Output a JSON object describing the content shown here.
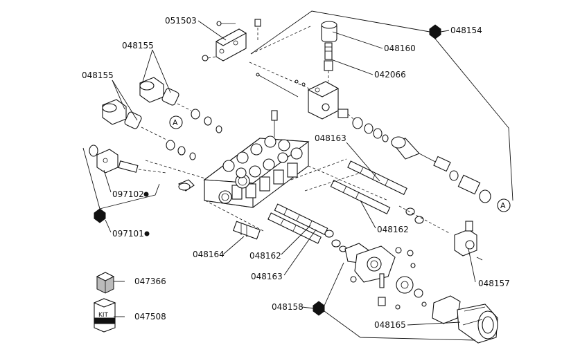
{
  "labels": {
    "p051503": "051503",
    "p048154": "048154",
    "p048160": "048160",
    "p042066": "042066",
    "p048155a": "048155",
    "p048155b": "048155",
    "p048163a": "048163",
    "p097102": "097102",
    "p097101": "097101",
    "p048162a": "048162",
    "p048164": "048164",
    "p048162b": "048162",
    "p048163b": "048163",
    "p047366": "047366",
    "p047508": "047508",
    "p048157": "048157",
    "p048158": "048158",
    "p048165": "048165",
    "callout_a1": "A",
    "callout_a2": "A",
    "kit_box": "KIT"
  },
  "colors": {
    "line": "#111111",
    "paper": "#ffffff",
    "fill_gray": "#bbbbbb"
  }
}
